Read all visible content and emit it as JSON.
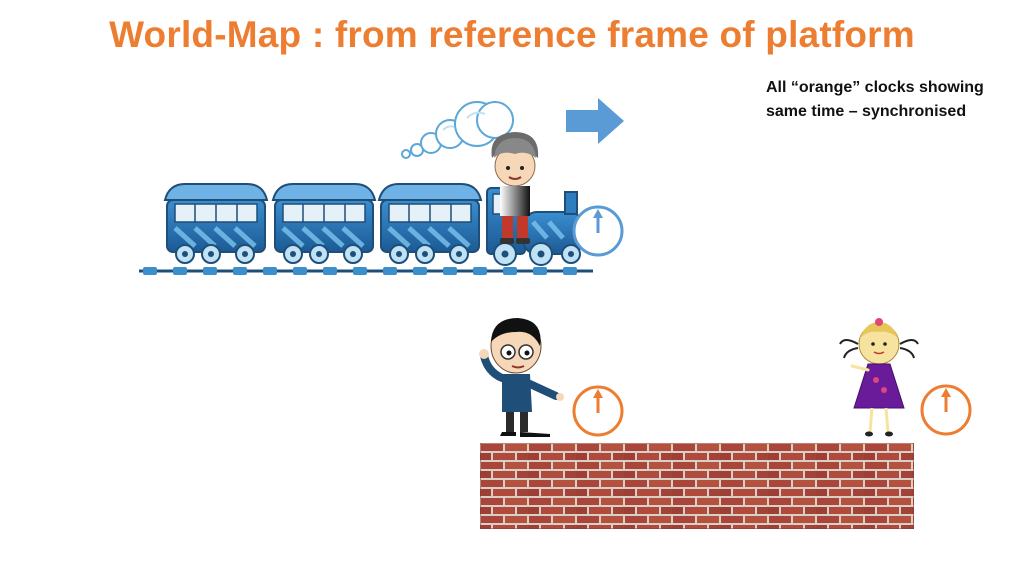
{
  "slide": {
    "title": "World-Map  :  from reference frame of platform",
    "note_lines": [
      "All “orange” clocks showing",
      "same time – synchronised"
    ]
  },
  "colors": {
    "title": "#ED7D31",
    "orange_clock": "#ED7D31",
    "blue_clock": "#5B9BD5",
    "arrow": "#5B9BD5",
    "brick": "#A9453A",
    "mortar": "#D9CFC7",
    "train_body": "#2E7DBE",
    "rail": "#1F4E79"
  },
  "icons": {
    "train": "steam-train-icon",
    "motion_arrow": "arrow-right-icon",
    "clock": "clock-icon",
    "platform": "brick-wall"
  }
}
